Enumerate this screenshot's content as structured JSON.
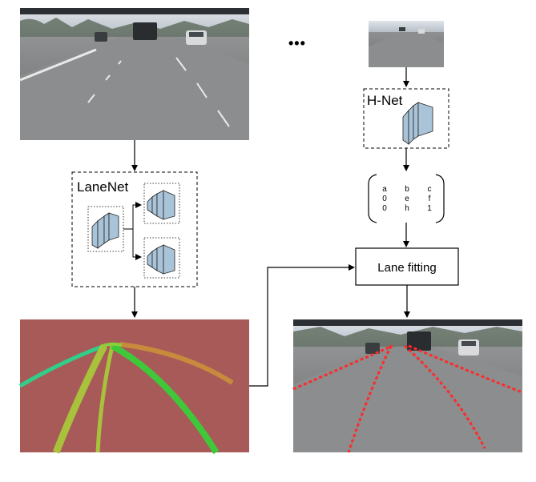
{
  "labels": {
    "lanenet": "LaneNet",
    "hnet": "H-Net",
    "lane_fitting": "Lane fitting",
    "ellipsis": "•••"
  },
  "matrix": {
    "rows": [
      [
        "a",
        "b",
        "c"
      ],
      [
        "0",
        "e",
        "f"
      ],
      [
        "0",
        "h",
        "1"
      ]
    ]
  },
  "colors": {
    "segmentation_bg": "#a85a58",
    "lane_green": "#3ec83a",
    "lane_teal": "#2fcf8a",
    "lane_olive": "#a8c23c",
    "lane_orange": "#c88a3c",
    "fitted_points": "#ff2a2a",
    "road_asphalt": "#7d7f80",
    "sky": "#cfd6dd"
  }
}
